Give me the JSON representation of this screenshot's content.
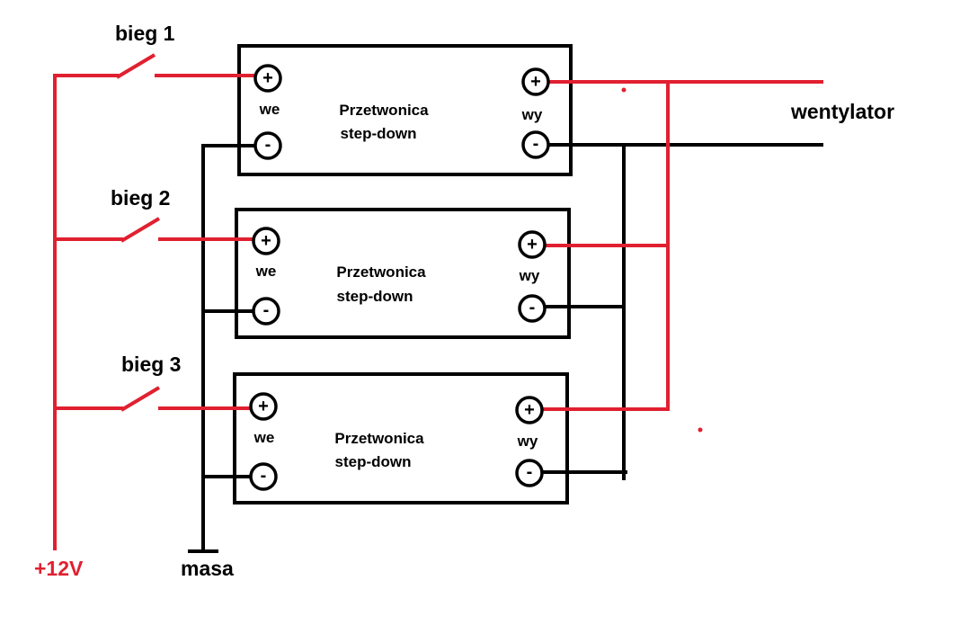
{
  "labels": {
    "gear1": "bieg 1",
    "gear2": "bieg 2",
    "gear3": "bieg 3",
    "supply": "+12V",
    "ground": "masa",
    "fan": "wentylator"
  },
  "converters": [
    {
      "title_line1": "Przetwonica",
      "title_line2": "step-down",
      "in_label": "we",
      "out_label": "wy",
      "plus": "+",
      "minus": "-"
    },
    {
      "title_line1": "Przetwonica",
      "title_line2": "step-down",
      "in_label": "we",
      "out_label": "wy",
      "plus": "+",
      "minus": "-"
    },
    {
      "title_line1": "Przetwonica",
      "title_line2": "step-down",
      "in_label": "we",
      "out_label": "wy",
      "plus": "+",
      "minus": "-"
    }
  ],
  "colors": {
    "positive_wire": "#e02030",
    "ground_wire": "#000000",
    "box_border": "#000000",
    "supply_label": "#e02030"
  }
}
